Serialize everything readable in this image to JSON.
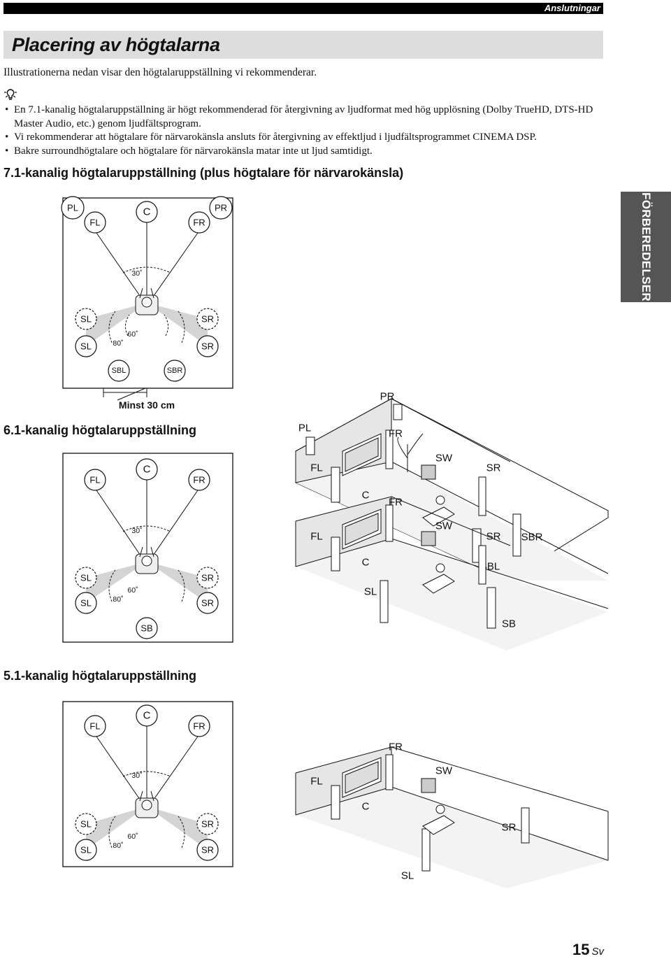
{
  "header": {
    "section": "Anslutningar"
  },
  "title": "Placering av högtalarna",
  "intro": "Illustrationerna nedan visar den högtalaruppställning vi rekommenderar.",
  "tip_icon": "lightbulb-icon",
  "notes": [
    "En 7.1-kanalig högtalaruppställning är högt rekommenderad för återgivning av ljudformat med hög upplösning (Dolby TrueHD, DTS-HD Master Audio, etc.) genom ljudfältsprogram.",
    "Vi rekommenderar att högtalare för närvarokänsla ansluts för återgivning av effektljud i ljudfältsprogrammet CINEMA DSP.",
    "Bakre surroundhögtalare och högtalare för närvarokänsla matar inte ut ljud samtidigt."
  ],
  "side_tab": "FÖRBEREDELSER",
  "sections": [
    {
      "heading": "7.1-kanalig högtalaruppställning (plus högtalare för närvarokänsla)",
      "plan_labels": {
        "pl": "PL",
        "pr": "PR",
        "c": "C",
        "fl": "FL",
        "fr": "FR",
        "sl1": "SL",
        "sl2": "SL",
        "sr1": "SR",
        "sr2": "SR",
        "sbl": "SBL",
        "sbr": "SBR",
        "a30": "30˚",
        "a60": "60˚",
        "a80": "80˚",
        "minst": "Minst 30 cm"
      },
      "room_labels": {
        "pl": "PL",
        "pr": "PR",
        "fr": "FR",
        "fl": "FL",
        "sw": "SW",
        "sr": "SR",
        "c": "C",
        "sl": "SL",
        "sbr": "SBR",
        "sbl": "SBL"
      }
    },
    {
      "heading": "6.1-kanalig högtalaruppställning",
      "plan_labels": {
        "c": "C",
        "fl": "FL",
        "fr": "FR",
        "sl1": "SL",
        "sl2": "SL",
        "sr1": "SR",
        "sr2": "SR",
        "sb": "SB",
        "a30": "30˚",
        "a60": "60˚",
        "a80": "80˚"
      },
      "room_labels": {
        "fr": "FR",
        "fl": "FL",
        "sw": "SW",
        "sr": "SR",
        "c": "C",
        "sl": "SL",
        "sb": "SB"
      }
    },
    {
      "heading": "5.1-kanalig högtalaruppställning",
      "plan_labels": {
        "c": "C",
        "fl": "FL",
        "fr": "FR",
        "sl1": "SL",
        "sl2": "SL",
        "sr1": "SR",
        "sr2": "SR",
        "a30": "30˚",
        "a60": "60˚",
        "a80": "80˚"
      },
      "room_labels": {
        "fr": "FR",
        "fl": "FL",
        "sw": "SW",
        "sr": "SR",
        "c": "C",
        "sl": "SL"
      }
    }
  ],
  "page": {
    "number": "15",
    "lang": "Sv"
  }
}
